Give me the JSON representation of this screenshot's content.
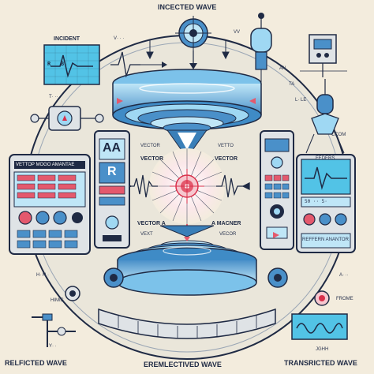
{
  "labels": {
    "top_title": "INCECTED WAVE",
    "incident": "INCIDENT",
    "incident_screen": "R   B",
    "reflected_bottom": "RELFICTED WAVE",
    "center_bottom": "EREMLECTIVED WAVE",
    "transmitted_bottom": "TRANSRICTED WAVE",
    "vector_left": "VECTOR",
    "vector_right": "VECTOR",
    "vector_a": "VECTOR  A",
    "a_macner": "A  MACNER",
    "vext": "VEXT",
    "vecor": "VECOR",
    "left_panel_title": "VETTOP MOGO AMANTAE",
    "left_big_a": "AA",
    "left_big_r": "R",
    "right_panel_title": "FEDERS",
    "right_panel_bottom": "REFFERN  ANANTOR",
    "right_keypad": "50  ··  5·",
    "vc_top": "V· · ·",
    "vv_small": "VV",
    "inner_top_left": "VECTOR",
    "inner_top_right": "VETTO",
    "small_tags": [
      "H· H ·",
      "T· ··",
      "HIMIS",
      "L· LE",
      "A· ··",
      "Y· ·",
      "JGHH",
      "CCOM",
      "FROME",
      "AN",
      "TA"
    ]
  },
  "colors": {
    "background": "#f3ecdd",
    "ink": "#1f2a44",
    "blue": "#4a90c9",
    "light_blue": "#8dd3f2",
    "cyan_screen": "#52c3e6",
    "pink": "#e4596d",
    "red": "#d9304b",
    "panel": "#dfe3e6"
  }
}
